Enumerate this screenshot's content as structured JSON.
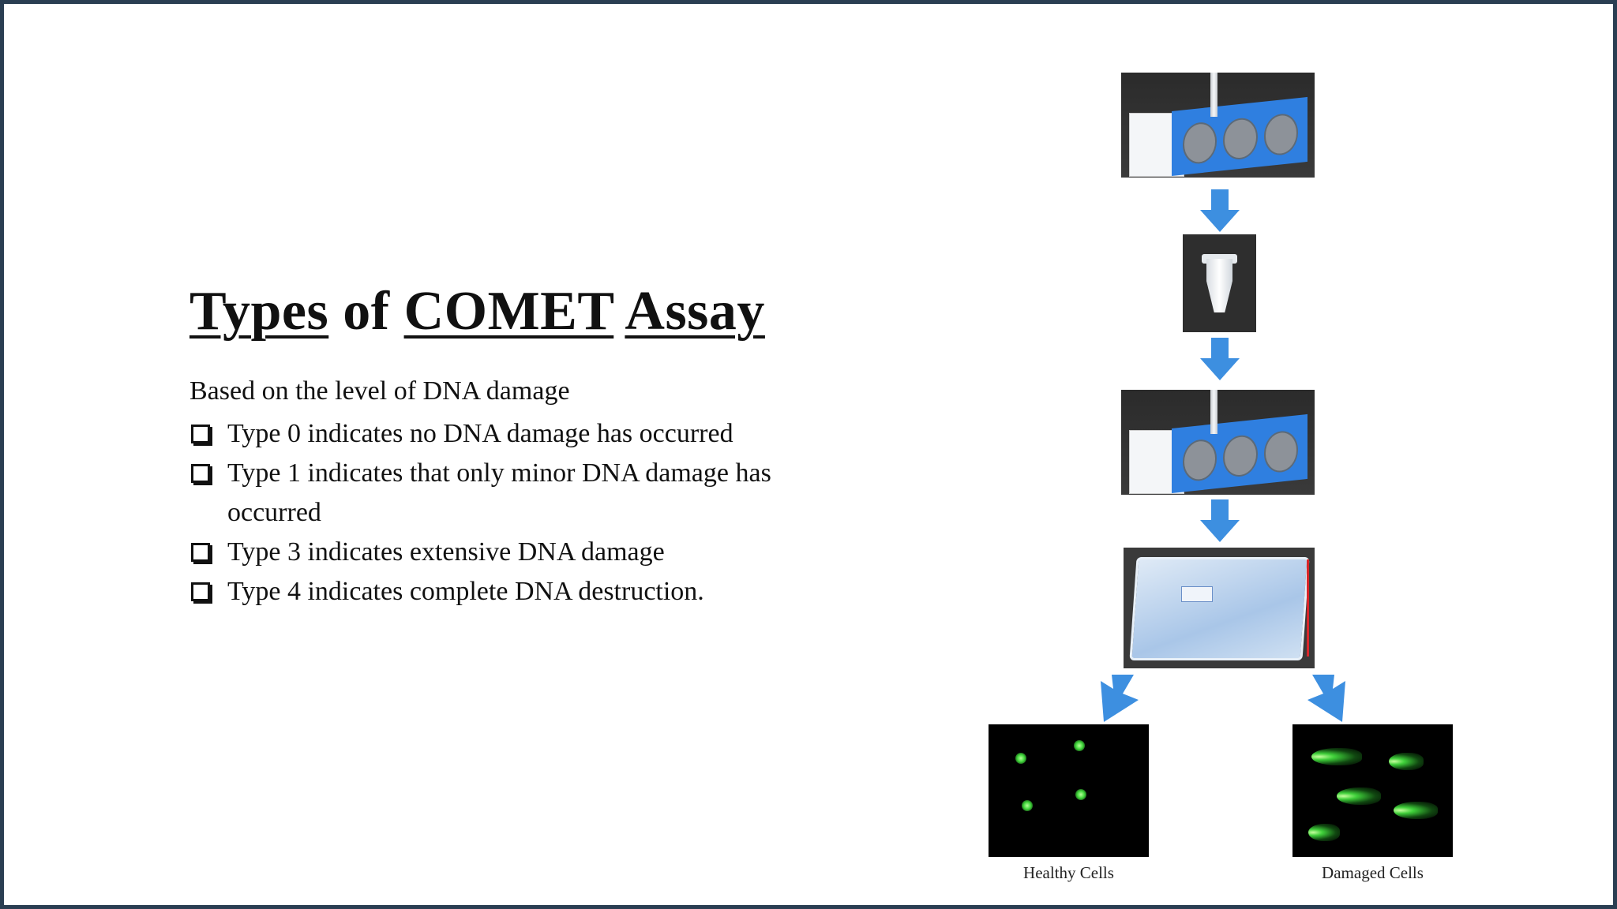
{
  "slide": {
    "title": {
      "word1": "Types",
      "word2": "of",
      "word3": "COMET",
      "word4": "Assay"
    },
    "subtitle": "Based on the level of DNA damage",
    "bullets": [
      "Type 0 indicates no DNA damage has occurred",
      "Type 1 indicates that only minor DNA damage has occurred",
      "Type 3 indicates extensive DNA damage",
      "Type 4 indicates complete DNA destruction."
    ],
    "figure": {
      "caption_left": "Healthy Cells",
      "caption_right": "Damaged Cells"
    }
  },
  "colors": {
    "border": "#2a3e52",
    "arrow": "#3d8fe0",
    "text": "#111111"
  }
}
